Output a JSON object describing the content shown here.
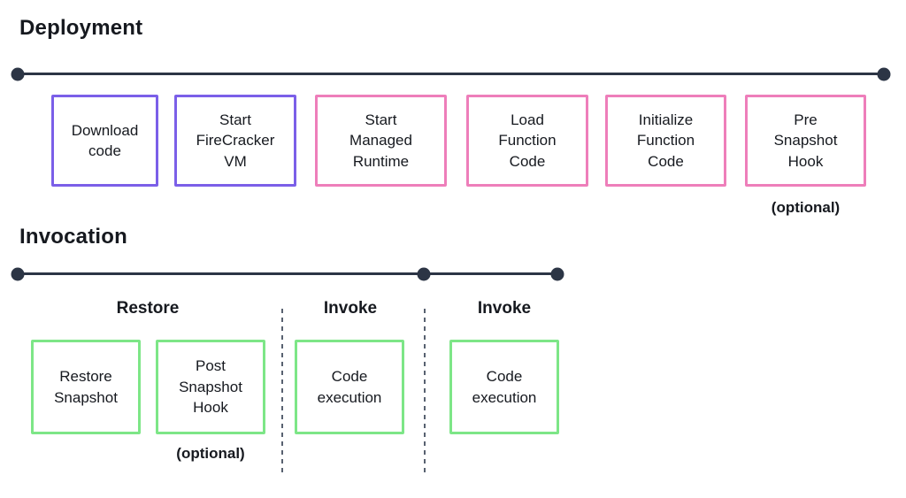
{
  "colors": {
    "purple": "#7b5fe8",
    "pink": "#ee7eba",
    "green": "#7de687",
    "line": "#2c3545",
    "dash": "#586170",
    "text": "#16191f"
  },
  "deployment": {
    "title": "Deployment",
    "optional_note": "(optional)",
    "boxes": [
      {
        "label": "Download\ncode",
        "variant": "purple"
      },
      {
        "label": "Start\nFireCracker\nVM",
        "variant": "purple"
      },
      {
        "label": "Start\nManaged\nRuntime",
        "variant": "pink"
      },
      {
        "label": "Load\nFunction\nCode",
        "variant": "pink"
      },
      {
        "label": "Initialize\nFunction\nCode",
        "variant": "pink"
      },
      {
        "label": "Pre\nSnapshot\nHook",
        "variant": "pink"
      }
    ]
  },
  "invocation": {
    "title": "Invocation",
    "optional_note": "(optional)",
    "phases": [
      "Restore",
      "Invoke",
      "Invoke"
    ],
    "boxes": [
      {
        "label": "Restore\nSnapshot",
        "variant": "green"
      },
      {
        "label": "Post\nSnapshot\nHook",
        "variant": "green"
      },
      {
        "label": "Code\nexecution",
        "variant": "green"
      },
      {
        "label": "Code\nexecution",
        "variant": "green"
      }
    ]
  }
}
